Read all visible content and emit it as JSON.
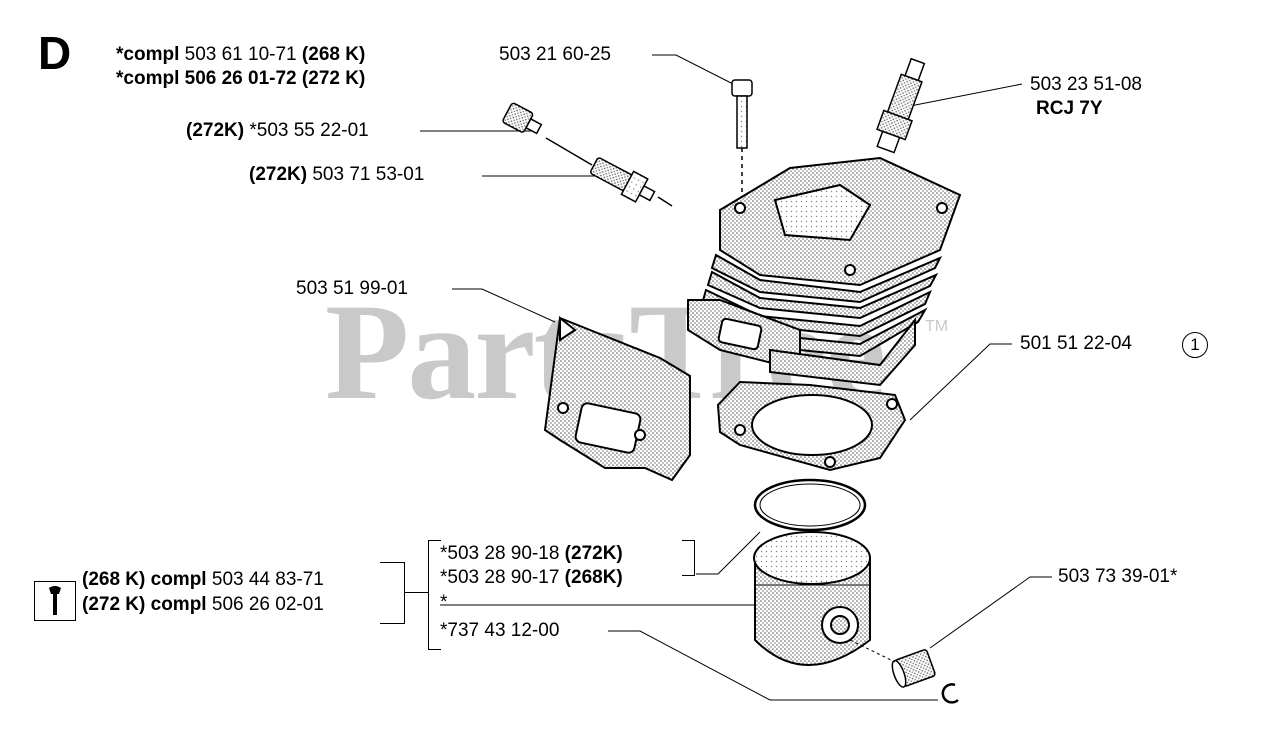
{
  "section": "D",
  "watermark": {
    "text": "PartsTree",
    "tm": "TM"
  },
  "kits": {
    "line1": {
      "prefix": "*compl",
      "number": "503 61 10-71",
      "model": "(268 K)"
    },
    "line2": {
      "prefix": "*compl",
      "number": "506 26 01-72",
      "model": "(272 K)"
    }
  },
  "parts": {
    "plug_valve": {
      "model": "(272K)",
      "number": "*503 55 22-01"
    },
    "decomp_valve": {
      "model": "(272K)",
      "number": "503 71 53-01"
    },
    "screw": {
      "number": "503 21 60-25"
    },
    "spark_plug": {
      "number": "503 23 51-08",
      "type": "RCJ 7Y"
    },
    "muffler_gasket": {
      "number": "503 51 99-01"
    },
    "cylinder_gasket": {
      "number": "501 51 22-04",
      "ref": "1"
    },
    "piston_ring_272": {
      "number": "*503 28 90-18",
      "model": "(272K)"
    },
    "piston_ring_268": {
      "number": "*503 28 90-17",
      "model": "(268K)"
    },
    "piston": {
      "number": "*"
    },
    "piston_pin_lock": {
      "number": "*737 43 12-00"
    },
    "needle_bearing": {
      "number": "503 73 39-01*"
    }
  },
  "piston_kits": {
    "line1": {
      "model": "(268 K) compl",
      "number": "503 44 83-71"
    },
    "line2": {
      "model": "(272 K) compl",
      "number": "506 26 02-01"
    },
    "icon": "wrench-icon"
  }
}
